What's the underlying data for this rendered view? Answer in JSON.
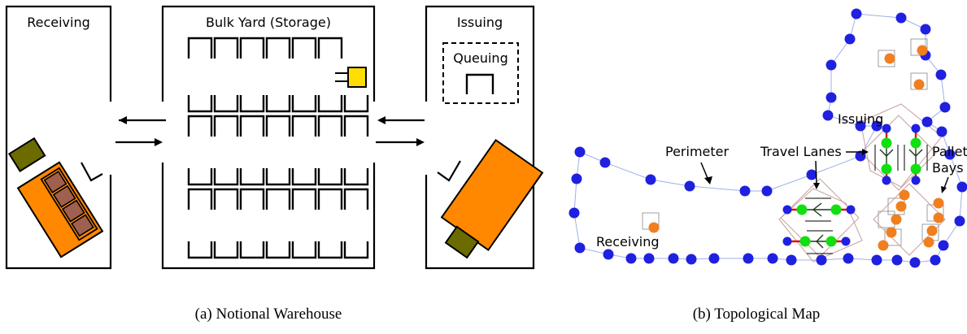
{
  "panel_a": {
    "caption": "(a) Notional Warehouse",
    "rooms": {
      "receiving": "Receiving",
      "bulk_yard": "Bulk Yard (Storage)",
      "issuing": "Issuing",
      "queuing": "Queuing"
    }
  },
  "panel_b": {
    "caption": "(b) Topological Map",
    "labels": {
      "issuing": "Issuing",
      "perimeter": "Perimeter",
      "travel_lanes": "Travel Lanes",
      "pallet_line1": "Pallet",
      "pallet_line2": "Bays",
      "receiving": "Receiving"
    }
  },
  "colors": {
    "truck_orange": "#FF8800",
    "cab_olive": "#6B6B00",
    "crate_brown": "#A0604F",
    "forklift_yellow": "#FFDD00",
    "node_blue": "#2020E0",
    "node_orange": "#F07F20",
    "node_green": "#10E010",
    "edge_red": "#E01010",
    "edge_light": "#9EB0E8",
    "bay_box": "#C8A0A0"
  }
}
